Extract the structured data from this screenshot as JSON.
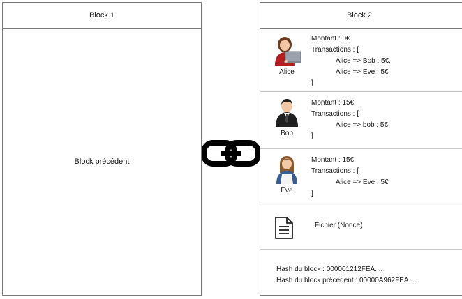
{
  "block1": {
    "title": "Block 1",
    "content": "Block précédent"
  },
  "block2": {
    "title": "Block 2",
    "users": [
      {
        "name": "Alice",
        "lines": [
          "Montant : 0€",
          "Transactions : [",
          "Alice => Bob : 5€,",
          "Alice => Eve : 5€",
          "]"
        ]
      },
      {
        "name": "Bob",
        "lines": [
          "Montant : 15€",
          "Transactions : [",
          "Alice => bob : 5€",
          "]"
        ]
      },
      {
        "name": "Eve",
        "lines": [
          "Montant : 15€",
          "Transactions : [",
          "Alice => Eve : 5€",
          "]"
        ]
      }
    ],
    "file_label": "Fichier (Nonce)",
    "hash": "Hash du block : 000001212FEA....",
    "prev_hash": "Hash du block précédent : 00000A962FEA...."
  },
  "icons": {
    "chain": "chain-link-icon",
    "alice": "woman-laptop-icon",
    "bob": "man-suit-icon",
    "eve": "woman-apron-icon",
    "file": "document-icon"
  }
}
